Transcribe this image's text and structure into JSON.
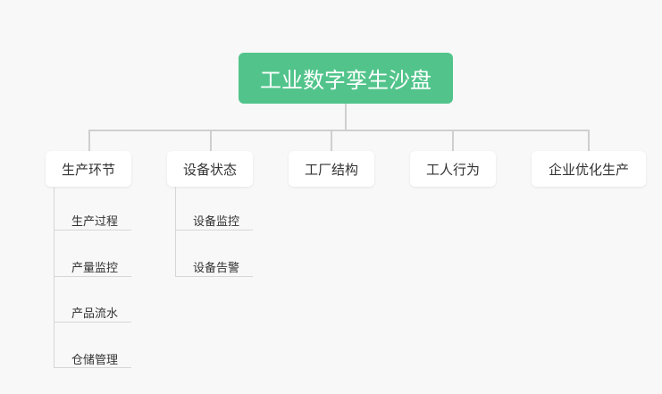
{
  "root": {
    "label": "工业数字孪生沙盘",
    "color": "#52c48b"
  },
  "branches": [
    {
      "label": "生产环节",
      "children": [
        "生产过程",
        "产量监控",
        "产品流水",
        "仓储管理"
      ]
    },
    {
      "label": "设备状态",
      "children": [
        "设备监控",
        "设备告警"
      ]
    },
    {
      "label": "工厂结构",
      "children": []
    },
    {
      "label": "工人行为",
      "children": []
    },
    {
      "label": "企业优化生产",
      "children": []
    }
  ]
}
